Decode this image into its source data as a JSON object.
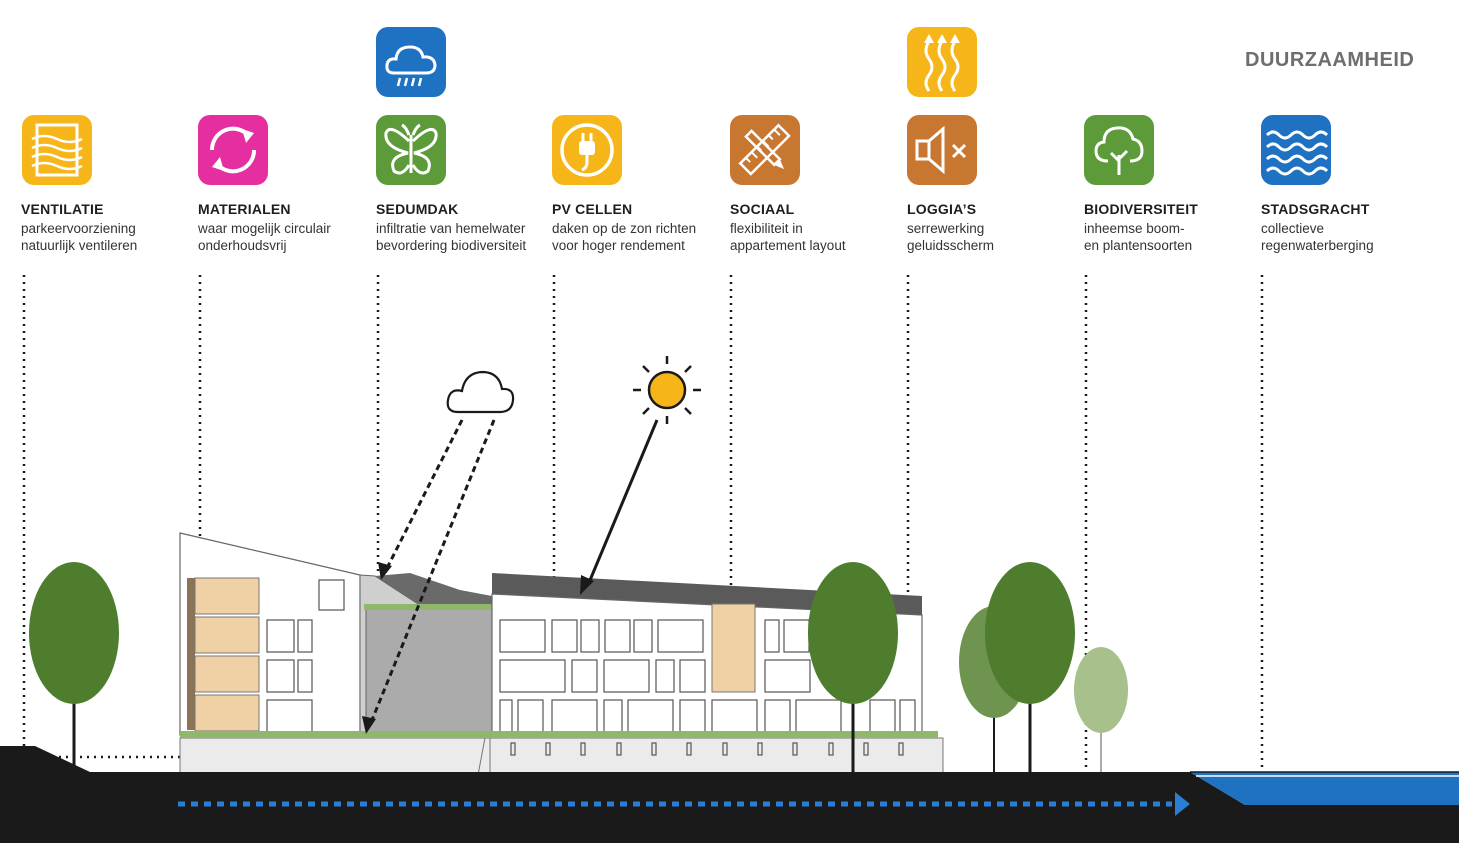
{
  "title": "DUURZAAMHEID",
  "features": [
    {
      "title": "VENTILATIE",
      "line1": "parkeervoorziening",
      "line2": "natuurlijk ventileren",
      "icon": "ventilation-icon",
      "color": "#f6b619"
    },
    {
      "title": "MATERIALEN",
      "line1": "waar mogelijk circulair",
      "line2": "onderhoudsvrij",
      "icon": "recycle-icon",
      "color": "#e52e9f"
    },
    {
      "title": "SEDUMDAK",
      "line1": "infiltratie van hemelwater",
      "line2": "bevordering biodiversiteit",
      "icon": "butterfly-icon",
      "color": "#5c9a3a"
    },
    {
      "title": "PV CELLEN",
      "line1": "daken op de zon richten",
      "line2": "voor hoger rendement",
      "icon": "plug-icon",
      "color": "#f6b619"
    },
    {
      "title": "SOCIAAL",
      "line1": "flexibiliteit in",
      "line2": "appartement layout",
      "icon": "ruler-pencil-icon",
      "color": "#c87731"
    },
    {
      "title": "LOGGIA’S",
      "line1": "serrewerking",
      "line2": "geluidsscherm",
      "icon": "speaker-mute-icon",
      "color": "#c87731"
    },
    {
      "title": "BIODIVERSITEIT",
      "line1": "inheemse boom-",
      "line2": "en plantensoorten",
      "icon": "tree-icon",
      "color": "#5c9a3a"
    },
    {
      "title": "STADSGRACHT",
      "line1": "collectieve",
      "line2": "regenwaterberging",
      "icon": "waves-icon",
      "color": "#1f72c2"
    }
  ],
  "top_icons": [
    {
      "icon": "rain-cloud-icon",
      "color": "#1f72c2"
    },
    {
      "icon": "heat-waves-icon",
      "color": "#f6b619"
    }
  ],
  "colors": {
    "tree": "#4f7d2e",
    "tree_light": "#6f9450",
    "tree_pale": "#a7c08c",
    "water": "#1f72c2",
    "ground": "#1a1a1a",
    "wood": "#f0d0a5",
    "sun": "#f6b619"
  }
}
